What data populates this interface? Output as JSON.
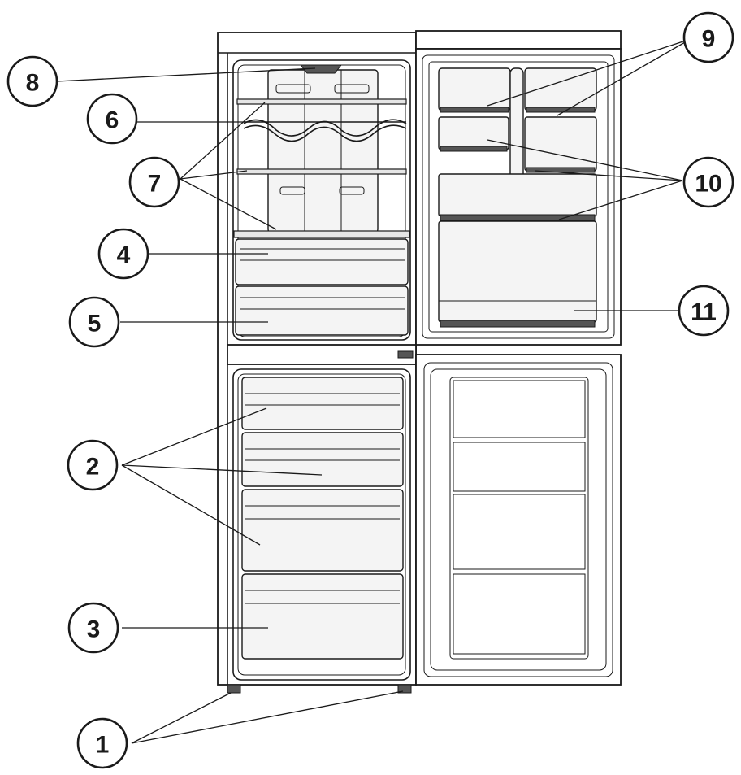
{
  "callouts": [
    {
      "id": "1",
      "label": "1"
    },
    {
      "id": "2",
      "label": "2"
    },
    {
      "id": "3",
      "label": "3"
    },
    {
      "id": "4",
      "label": "4"
    },
    {
      "id": "5",
      "label": "5"
    },
    {
      "id": "6",
      "label": "6"
    },
    {
      "id": "7",
      "label": "7"
    },
    {
      "id": "8",
      "label": "8"
    },
    {
      "id": "9",
      "label": "9"
    },
    {
      "id": "10",
      "label": "10"
    },
    {
      "id": "11",
      "label": "11"
    }
  ],
  "colors": {
    "line": "#1a1a1a",
    "panel": "#f4f4f4",
    "shelf": "#e6e6e6"
  }
}
